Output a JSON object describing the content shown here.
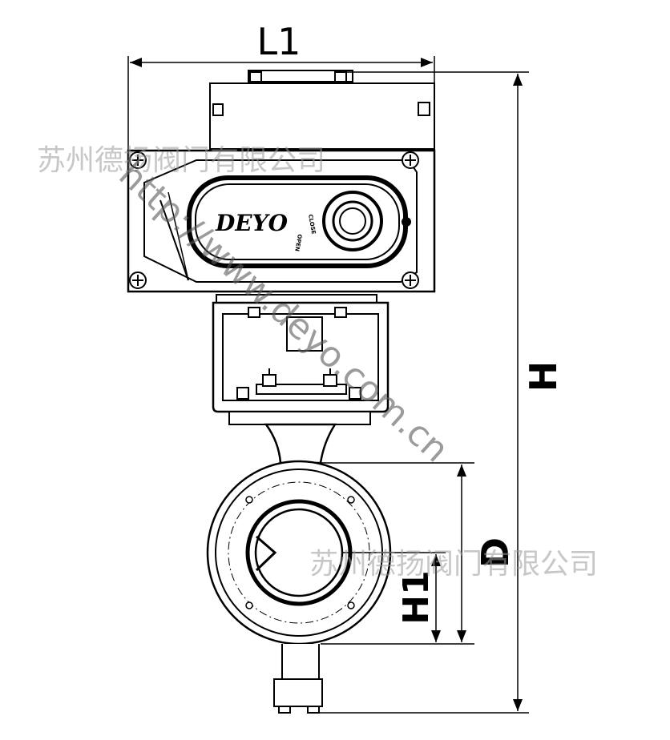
{
  "brand": {
    "logo_text": "DEYO"
  },
  "actuator_labels": {
    "close": "CLOSE",
    "open": "OPEN"
  },
  "dimensions": {
    "l1": "L1",
    "h": "H",
    "h1": "H1",
    "d": "D"
  },
  "watermark": {
    "company_top": "苏州德扬阀门有限公司",
    "company_bottom": "苏州德扬阀门有限公司",
    "url": "http://www.deyo.com.cn"
  }
}
